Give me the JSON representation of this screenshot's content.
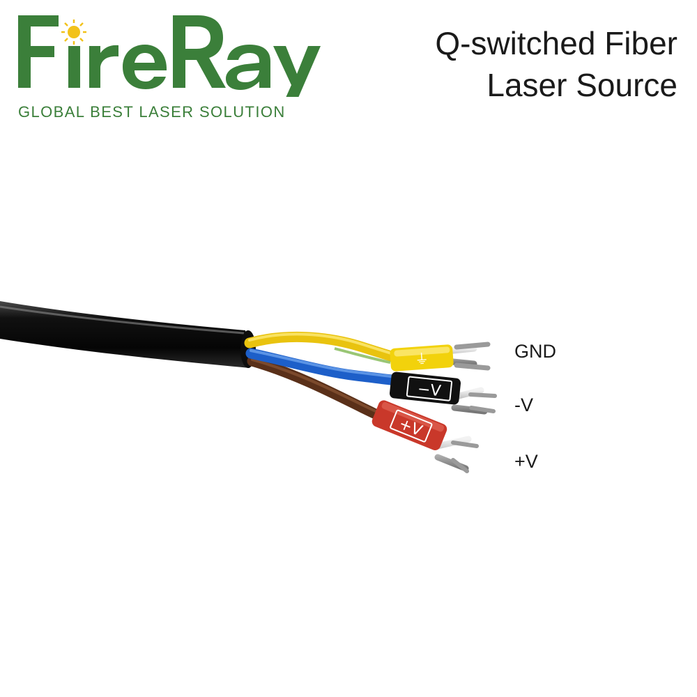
{
  "brand": {
    "logo_text": "FireRay",
    "tagline": "GLOBAL BEST LASER SOLUTION",
    "color": "#3b7f3a",
    "sun_color": "#f2c21a"
  },
  "headline": {
    "line1": "Q-switched Fiber",
    "line2": "Laser Source"
  },
  "terminals": [
    {
      "label": "GND",
      "wire_color": "#f0cf12",
      "sleeve_color": "#f2d20c",
      "sleeve_mark": "⏚"
    },
    {
      "label": "-V",
      "wire_color": "#1d5fc9",
      "sleeve_color": "#111111",
      "sleeve_mark": "−V"
    },
    {
      "label": "+V",
      "wire_color": "#6a3b22",
      "sleeve_color": "#c9382a",
      "sleeve_mark": "+V"
    }
  ],
  "cable": {
    "jacket_color": "#0a0a0a"
  }
}
